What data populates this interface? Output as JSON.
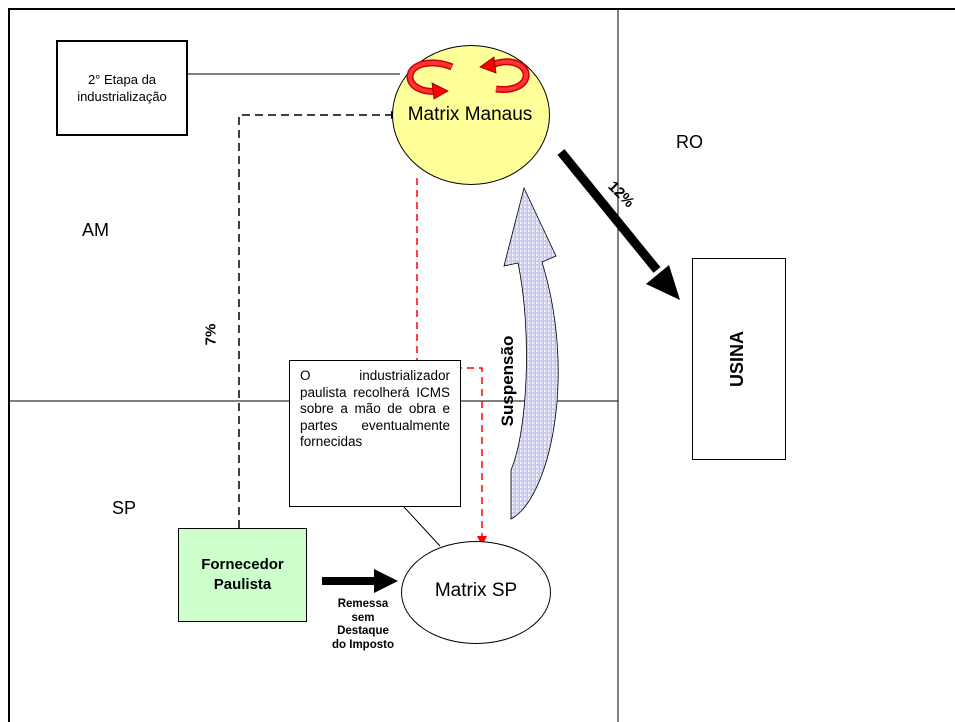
{
  "regions": {
    "am": "AM",
    "sp": "SP",
    "ro": "RO"
  },
  "etapa_box": {
    "line1": "2° Etapa da",
    "line2": "industrialização"
  },
  "matrix_manaus": {
    "label": "Matrix Manaus",
    "fill": "#ffff99",
    "arrow_color": "#ff0000"
  },
  "usina": {
    "label": "USINA"
  },
  "arrow_12": {
    "label": "12%"
  },
  "arrow_7": {
    "label": "7%"
  },
  "suspensao": {
    "label": "Suspensão",
    "fill": "#ccccff"
  },
  "note": {
    "text": "O industrializador paulista recolherá ICMS sobre a mão de obra e partes eventualmente fornecidas"
  },
  "fornecedor": {
    "line1": "Fornecedor",
    "line2": "Paulista",
    "fill": "#ccffcc"
  },
  "matrix_sp": {
    "label": "Matrix SP"
  },
  "remessa": {
    "line1": "Remessa",
    "line2": "sem",
    "line3": "Destaque",
    "line4": "do Imposto"
  },
  "colors": {
    "dashed_black": "#000000",
    "dashed_red": "#ff0000"
  }
}
